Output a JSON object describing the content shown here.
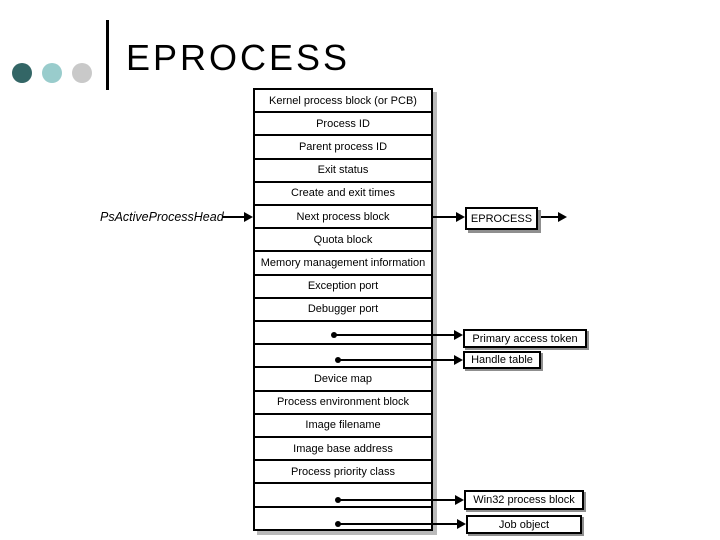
{
  "slide": {
    "title": "EPROCESS"
  },
  "decor": {
    "bullet_colors": [
      "#336666",
      "#99CCCC",
      "#C9C9C9"
    ],
    "table_shadow_color": "#B9B9B9",
    "box_shadow_color": "#8F8F8F"
  },
  "diagram": {
    "left_label": "PsActiveProcessHead",
    "rows": [
      "Kernel process block (or PCB)",
      "Process ID",
      "Parent process ID",
      "Exit status",
      "Create and exit times",
      "Next process block",
      "Quota block",
      "Memory management information",
      "Exception port",
      "Debugger port",
      "",
      "",
      "Device map",
      "Process environment block",
      "Image filename",
      "Image base address",
      "Process priority class",
      "",
      ""
    ],
    "boxes": {
      "eprocess": "EPROCESS",
      "primary_access_token": "Primary access token",
      "handle_table": "Handle table",
      "win32_process_block": "Win32 process block",
      "job_object": "Job object"
    }
  }
}
